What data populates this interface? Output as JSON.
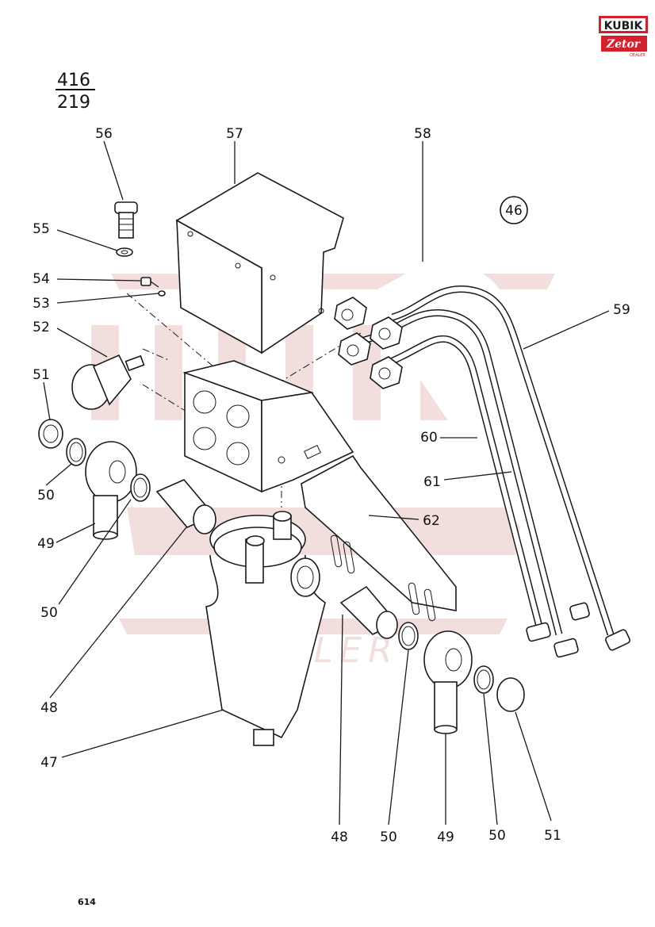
{
  "page": {
    "figure_number": "416",
    "figure_subnumber": "219",
    "group_number": "46",
    "page_number": "614"
  },
  "logo": {
    "brand": "KUBIK",
    "sub_brand": "Zetor",
    "tag": "DEALER",
    "color_primary": "#d4202a",
    "color_dark": "#1a1a1a"
  },
  "watermark": {
    "text": "KUBIK",
    "sub_text": "Zetor",
    "tag": "DEALER",
    "color": "#f3dede"
  },
  "callouts": [
    {
      "id": "c56",
      "label": "56"
    },
    {
      "id": "c57",
      "label": "57"
    },
    {
      "id": "c58",
      "label": "58"
    },
    {
      "id": "c55",
      "label": "55"
    },
    {
      "id": "c54",
      "label": "54"
    },
    {
      "id": "c53",
      "label": "53"
    },
    {
      "id": "c52",
      "label": "52"
    },
    {
      "id": "c59",
      "label": "59"
    },
    {
      "id": "c51a",
      "label": "51"
    },
    {
      "id": "c50a",
      "label": "50"
    },
    {
      "id": "c60",
      "label": "60"
    },
    {
      "id": "c61",
      "label": "61"
    },
    {
      "id": "c62",
      "label": "62"
    },
    {
      "id": "c49a",
      "label": "49"
    },
    {
      "id": "c50b",
      "label": "50"
    },
    {
      "id": "c48a",
      "label": "48"
    },
    {
      "id": "c47",
      "label": "47"
    },
    {
      "id": "c48b",
      "label": "48"
    },
    {
      "id": "c50c",
      "label": "50"
    },
    {
      "id": "c49b",
      "label": "49"
    },
    {
      "id": "c50d",
      "label": "50"
    },
    {
      "id": "c51b",
      "label": "51"
    }
  ]
}
